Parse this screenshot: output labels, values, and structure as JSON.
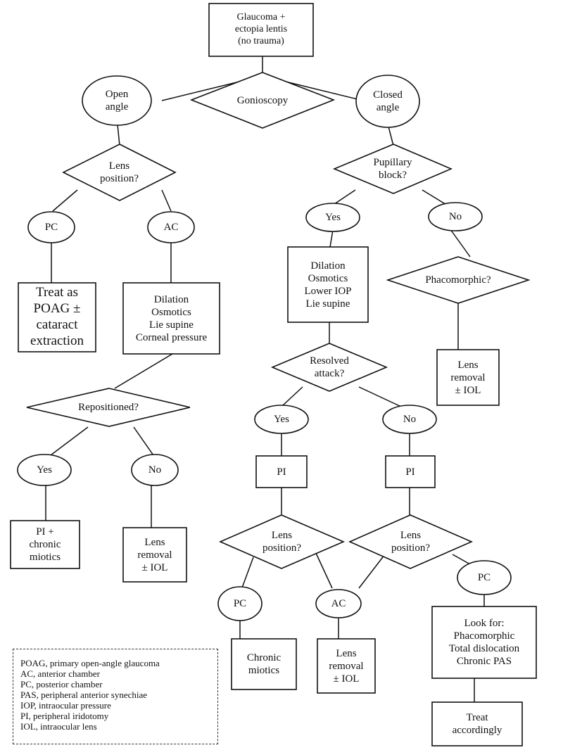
{
  "nodes": {
    "start": [
      "Glaucoma +",
      "ectopia lentis",
      "(no trauma)"
    ],
    "gonioscopy": [
      "Gonioscopy"
    ],
    "open_angle": [
      "Open",
      "angle"
    ],
    "closed_angle": [
      "Closed",
      "angle"
    ],
    "lens_position_left": [
      "Lens",
      "position?"
    ],
    "pc_left": [
      "PC"
    ],
    "ac_left": [
      "AC"
    ],
    "treat_poag": [
      "Treat as",
      "POAG ±",
      "cataract",
      "extraction"
    ],
    "ac_treatment": [
      "Dilation",
      "Osmotics",
      "Lie supine",
      "Corneal pressure"
    ],
    "repositioned": [
      "Repositioned?"
    ],
    "yes_repositioned": [
      "Yes"
    ],
    "no_repositioned": [
      "No"
    ],
    "pi_chronic_miotics": [
      "PI +",
      "chronic",
      "miotics"
    ],
    "lens_removal_left": [
      "Lens",
      "removal",
      "± IOL"
    ],
    "pupillary_block": [
      "Pupillary",
      "block?"
    ],
    "yes_pupillary": [
      "Yes"
    ],
    "no_pupillary": [
      "No"
    ],
    "pb_treatment": [
      "Dilation",
      "Osmotics",
      "Lower IOP",
      "Lie supine"
    ],
    "phacomorphic": [
      "Phacomorphic?"
    ],
    "lens_removal_right": [
      "Lens",
      "removal",
      "± IOL"
    ],
    "resolved_attack": [
      "Resolved",
      "attack?"
    ],
    "yes_resolved": [
      "Yes"
    ],
    "no_resolved": [
      "No"
    ],
    "pi_yes": [
      "PI"
    ],
    "pi_no": [
      "PI"
    ],
    "lens_position_mid": [
      "Lens",
      "position?"
    ],
    "lens_position_right": [
      "Lens",
      "position?"
    ],
    "pc_mid": [
      "PC"
    ],
    "ac_shared": [
      "AC"
    ],
    "pc_right": [
      "PC"
    ],
    "chronic_miotics": [
      "Chronic",
      "miotics"
    ],
    "lens_removal_mid": [
      "Lens",
      "removal",
      "± IOL"
    ],
    "look_for": [
      "Look for:",
      "Phacomorphic",
      "Total dislocation",
      "Chronic PAS"
    ],
    "treat_accordingly": [
      "Treat",
      "accordingly"
    ]
  },
  "legend": [
    "POAG, primary open-angle glaucoma",
    "AC, anterior chamber",
    "PC, posterior chamber",
    "PAS, peripheral anterior synechiae",
    "IOP, intraocular  pressure",
    "PI, peripheral iridotomy",
    "IOL, intraocular lens"
  ]
}
